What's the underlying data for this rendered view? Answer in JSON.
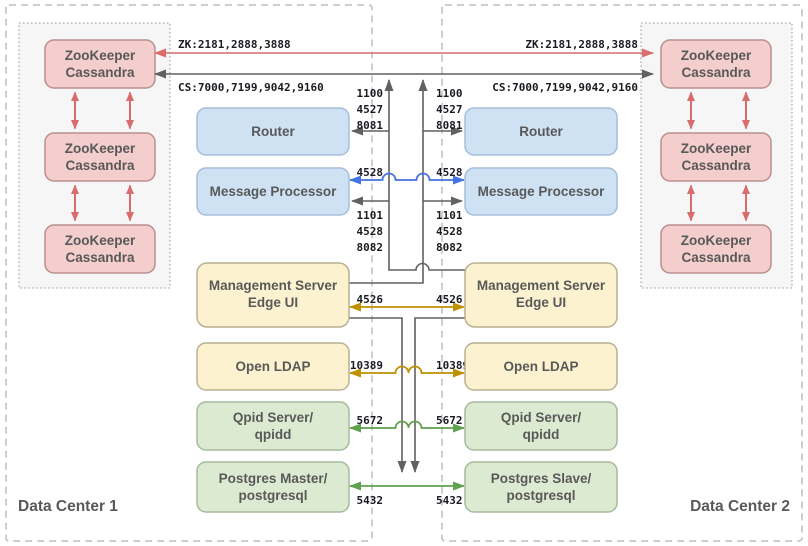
{
  "datacenters": {
    "dc1_label": "Data Center 1",
    "dc2_label": "Data Center 2"
  },
  "nodes": {
    "zk": {
      "line1": "ZooKeeper",
      "line2": "Cassandra"
    },
    "router": "Router",
    "message_processor": "Message Processor",
    "management_server": {
      "line1": "Management Server",
      "line2": "Edge UI"
    },
    "open_ldap": "Open LDAP",
    "qpid": {
      "line1": "Qpid Server/",
      "line2": "qpidd"
    },
    "pg_master": {
      "line1": "Postgres Master/",
      "line2": "postgresql"
    },
    "pg_slave": {
      "line1": "Postgres Slave/",
      "line2": "postgresql"
    }
  },
  "links": {
    "zk_label": "ZK:2181,2888,3888",
    "cs_label": "CS:7000,7199,9042,9160",
    "router_ports": [
      "1100",
      "4527",
      "8081"
    ],
    "mp_port": "4528",
    "mp_lower_ports": [
      "1101",
      "4528",
      "8082"
    ],
    "ms_port": "4526",
    "ldap_port": "10389",
    "qpid_port": "5672",
    "pg_port": "5432"
  },
  "colors": {
    "red_link": "#d96c6c",
    "dark_link": "#616161",
    "blue_link": "#4472e0",
    "gold_link": "#bf9000",
    "green_link": "#5fa14f",
    "pink_fill": "#f4cdcd",
    "pink_stroke": "#b98f8f",
    "blue_fill": "#cfe2f3",
    "blue_stroke": "#a5bddb",
    "tan_fill": "#fdf2cf",
    "tan_stroke": "#bab092",
    "green_fill": "#dcead2",
    "green_stroke": "#a6b99d",
    "cluster_fill": "#f6f6f6",
    "cluster_stroke": "#a9a9a9",
    "dc_border": "#bdbdbd"
  }
}
